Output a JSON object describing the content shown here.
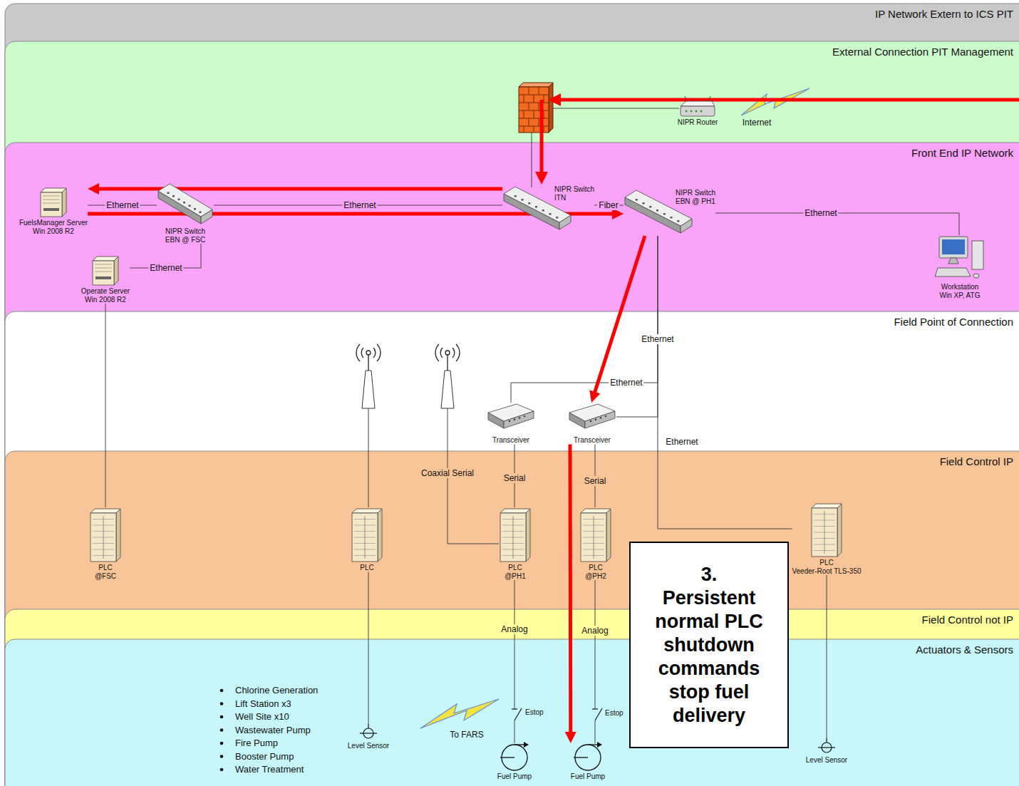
{
  "diagram": {
    "nodes": [
      {
        "text": [
          "IP Network Extern to ICS PIT"
        ]
      },
      {
        "text": [
          "External Connection PIT Management"
        ]
      },
      {
        "text": [
          "NIPR Router"
        ],
        "in": 1
      },
      {
        "text": [
          "Front End IP Network"
        ]
      },
      {
        "text": [
          "FuelsManager Server",
          "Win 2008 R2"
        ],
        "in": 3
      },
      {
        "text": [
          "NIPR Switch",
          "EBN @ FSC"
        ],
        "in": 3
      },
      {
        "text": [
          "NIPR Switch",
          "ITN"
        ],
        "in": 3
      },
      {
        "text": [
          "NIPR Switch",
          "EBN @ PH1"
        ],
        "in": 3
      },
      {
        "text": [
          "Operate Server",
          "Win 2008 R2"
        ],
        "in": 3
      },
      {
        "text": [
          "Workstation",
          "Win XP, ATG"
        ],
        "in": 3
      },
      {
        "text": [
          "Field Point of Connection"
        ]
      },
      {
        "text": [
          "Transceiver"
        ],
        "in": 10
      },
      {
        "text": [
          "Transceiver"
        ],
        "in": 10
      },
      {
        "text": [
          "Field Control IP"
        ]
      },
      {
        "text": [
          "PLC",
          "@FSC"
        ],
        "in": 13
      },
      {
        "text": [
          "PLC"
        ],
        "in": 13
      },
      {
        "text": [
          "PLC",
          "@PH1"
        ],
        "in": 13
      },
      {
        "text": [
          "PLC",
          "@PH2"
        ],
        "in": 13
      },
      {
        "text": [
          "PLC",
          "Veeder-Root TLS-350"
        ],
        "in": 13
      },
      {
        "text": [
          "Field Control not IP"
        ]
      },
      {
        "text": [
          "Actuators & Sensors"
        ]
      },
      {
        "text": [
          "Level Sensor"
        ],
        "in": 20
      },
      {
        "text": [
          "Fuel Pump"
        ],
        "in": 20
      },
      {
        "text": [
          "Fuel Pump"
        ],
        "in": 20
      },
      {
        "text": [
          "Level Sensor"
        ],
        "in": 20
      },
      {
        "text": [
          "3.",
          "Persistent normal PLC shutdown commands stop fuel delivery"
        ]
      }
    ],
    "edges": [
      {
        "from": 4,
        "to": 5,
        "label": "Ethernet",
        "arrow": "none"
      },
      {
        "from": 5,
        "to": 6,
        "label": "Ethernet",
        "arrow": "none"
      },
      {
        "from": 6,
        "to": 7,
        "label": "Fiber",
        "arrow": "none"
      },
      {
        "from": 7,
        "to": 9,
        "label": "Ethernet",
        "arrow": "none"
      },
      {
        "from": 8,
        "to": 5,
        "label": "Ethernet",
        "arrow": "none"
      },
      {
        "from": 8,
        "to": 14,
        "arrow": "none"
      },
      {
        "from": 7,
        "to": 11,
        "label": "Ethernet",
        "arrow": "none"
      },
      {
        "from": 7,
        "to": 12,
        "arrow": "none"
      },
      {
        "from": 7,
        "to": 18,
        "label": "Ethernet",
        "arrow": "none"
      },
      {
        "from": 11,
        "to": 16,
        "label": "Serial",
        "arrow": "none"
      },
      {
        "from": 12,
        "to": 17,
        "label": "Serial",
        "arrow": "none"
      },
      {
        "from": 15,
        "to": 21,
        "arrow": "none"
      },
      {
        "from": 16,
        "to": 22,
        "label": "Analog",
        "arrow": "none"
      },
      {
        "from": 17,
        "to": 23,
        "label": "Analog",
        "arrow": "none"
      },
      {
        "from": 18,
        "to": 24,
        "arrow": "none"
      },
      {
        "from": 6,
        "to": 4,
        "arrow": "to"
      },
      {
        "from": 4,
        "to": 7,
        "arrow": "to"
      },
      {
        "from": 7,
        "to": 12,
        "arrow": "to"
      },
      {
        "from": 12,
        "to": 23,
        "arrow": "to"
      }
    ],
    "labels": [
      "Internet",
      "Ethernet",
      "Coaxial Serial",
      "Chlorine Generation",
      "Lift Station x3",
      "Well Site x10",
      "Wastewater Pump",
      "Fire Pump",
      "Booster Pump",
      "Water Treatment",
      "Estop",
      "Estop",
      "To FARS"
    ]
  }
}
